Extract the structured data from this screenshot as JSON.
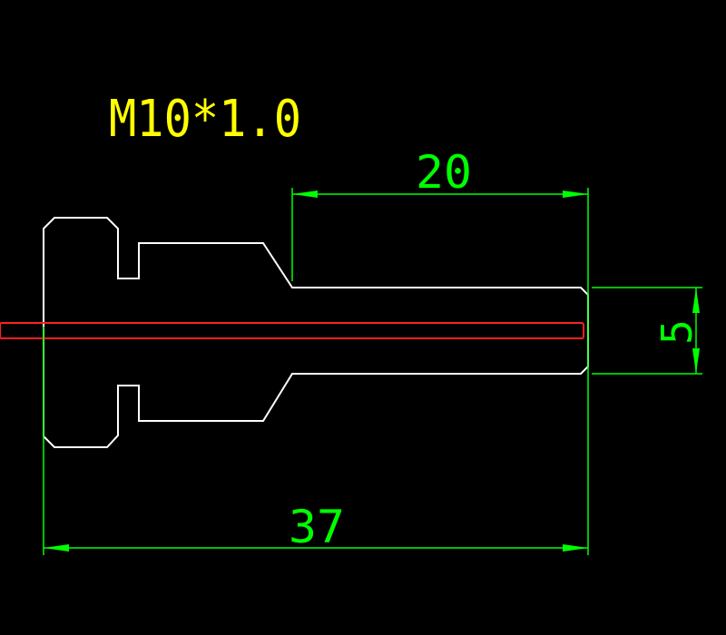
{
  "colors": {
    "background": "#000000",
    "part_outline": "#ffffff",
    "dimension": "#00ff00",
    "annotation": "#ffff00",
    "centerline": "#ff0000"
  },
  "annotation": {
    "thread_spec": "M10*1.0"
  },
  "dimensions": {
    "top_length": "20",
    "overall_length": "37",
    "shaft_diameter": "5"
  }
}
